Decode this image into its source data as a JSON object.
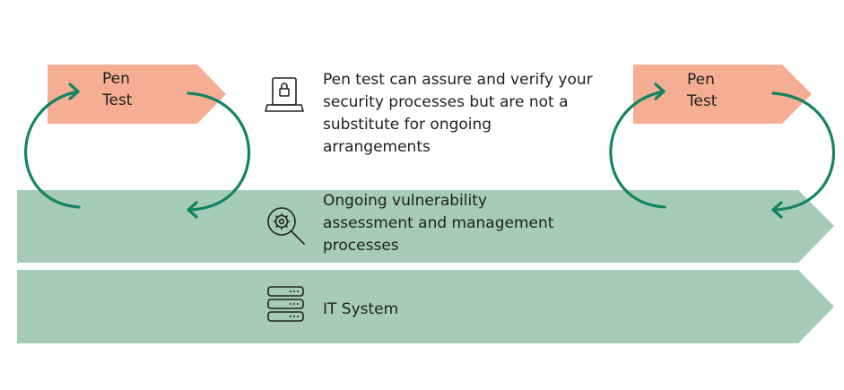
{
  "colors": {
    "pen_fill": "#f5ae94",
    "band_fill": "#a6cbb8",
    "arrow_stroke": "#138463",
    "icon_stroke": "#222222",
    "text": "#1f1f1f"
  },
  "pen_test_left": {
    "label": "Pen\nTest"
  },
  "pen_test_right": {
    "label": "Pen\nTest"
  },
  "pen_test_note": {
    "icon": "laptop-lock-icon",
    "text": "Pen test can assure and verify your\nsecurity processes but are not a\nsubstitute for ongoing\narrangements"
  },
  "vulnerability_band": {
    "icon": "magnifier-gear-icon",
    "text": "Ongoing vulnerability\nassessment and management\nprocesses"
  },
  "it_system_band": {
    "icon": "server-rack-icon",
    "text": "IT System"
  }
}
